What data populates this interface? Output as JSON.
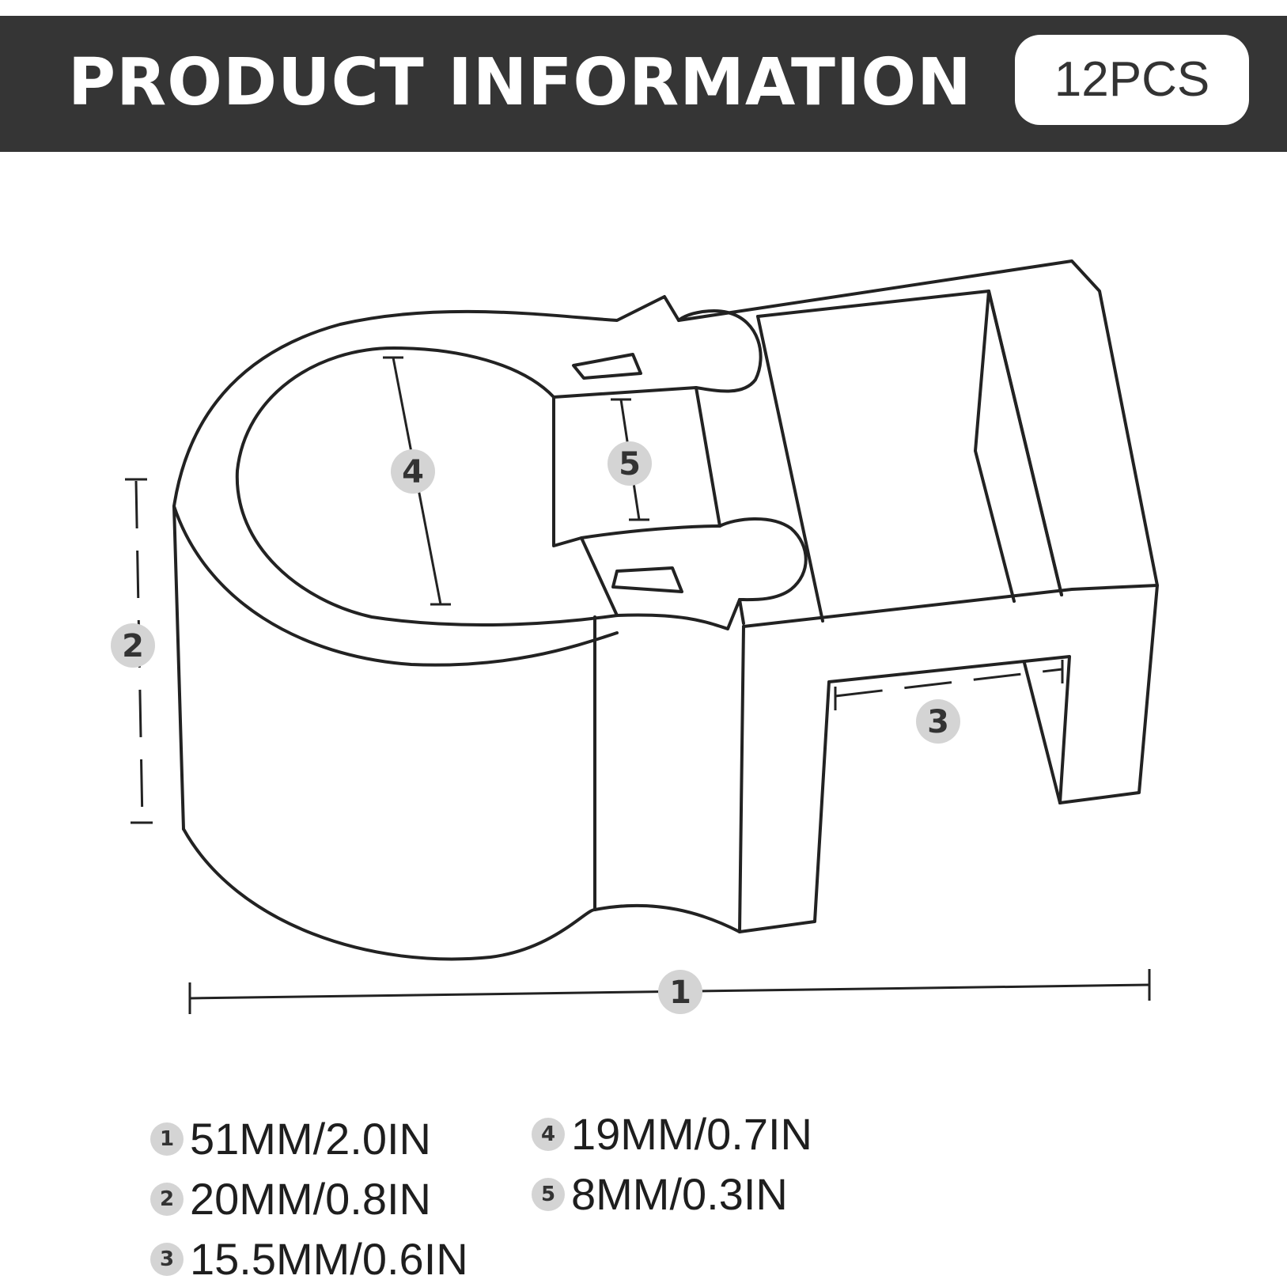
{
  "header": {
    "title": "PRODUCT INFORMATION",
    "quantity": "12PCS",
    "background_color": "#353535"
  },
  "diagram": {
    "markers": [
      "1",
      "2",
      "3",
      "4",
      "5"
    ]
  },
  "legend": [
    {
      "num": "1",
      "value": "51MM/2.0IN"
    },
    {
      "num": "2",
      "value": "20MM/0.8IN"
    },
    {
      "num": "3",
      "value": "15.5MM/0.6IN"
    },
    {
      "num": "4",
      "value": "19MM/0.7IN"
    },
    {
      "num": "5",
      "value": "8MM/0.3IN"
    }
  ]
}
